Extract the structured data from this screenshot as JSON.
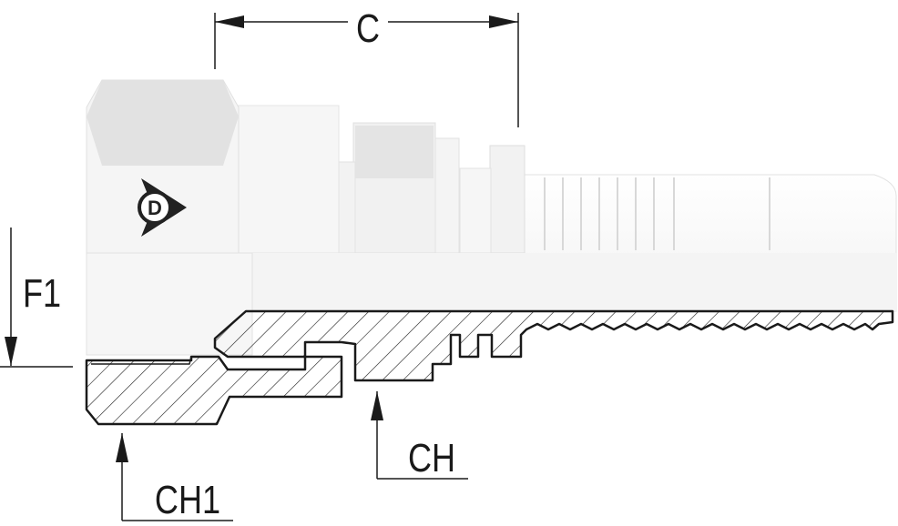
{
  "dimensions": {
    "c_label": "C",
    "f1_label": "F1",
    "ch_label": "CH",
    "ch1_label": "CH1"
  },
  "colors": {
    "line": "#1a1a1a",
    "body_light": "#f4f4f4",
    "body_shade": "#dcdcdc",
    "hex_face": "#e6e6e6",
    "logo": "#222222"
  },
  "icons": {
    "logo": "dunlop-d-arrow-icon"
  }
}
